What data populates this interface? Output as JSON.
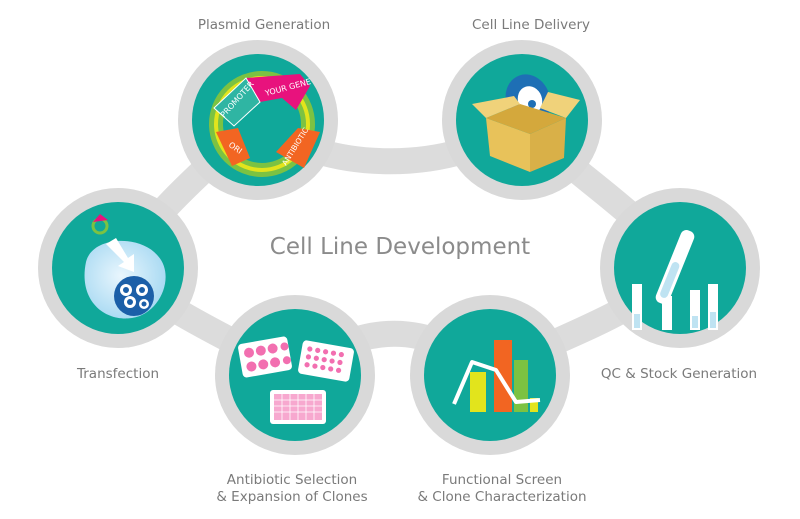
{
  "title": "Cell Line Development",
  "steps": [
    {
      "id": "plasmid",
      "label": "Plasmid Generation",
      "icon": "plasmid-map-icon"
    },
    {
      "id": "delivery",
      "label": "Cell Line Delivery",
      "icon": "shipping-box-icon"
    },
    {
      "id": "qc",
      "label": "QC & Stock Generation",
      "icon": "test-tubes-icon"
    },
    {
      "id": "screen",
      "label_lines": [
        "Functional Screen",
        "& Clone Characterization"
      ],
      "icon": "bar-chart-icon"
    },
    {
      "id": "selection",
      "label_lines": [
        "Antibiotic Selection",
        "& Expansion of Clones"
      ],
      "icon": "well-plates-icon"
    },
    {
      "id": "transfection",
      "label": "Transfection",
      "icon": "cell-transfection-icon"
    }
  ],
  "plasmid_segments": [
    "YOUR GENE",
    "PROMOTER",
    "ANTIBIOTIC",
    "ORI"
  ],
  "colors": {
    "ring": "#d9d9d9",
    "teal": "#10a89a",
    "magenta": "#e8127d",
    "orange": "#f26522",
    "green": "#7cc242",
    "yellow": "#e2e41c",
    "label": "#7a7a7a"
  }
}
